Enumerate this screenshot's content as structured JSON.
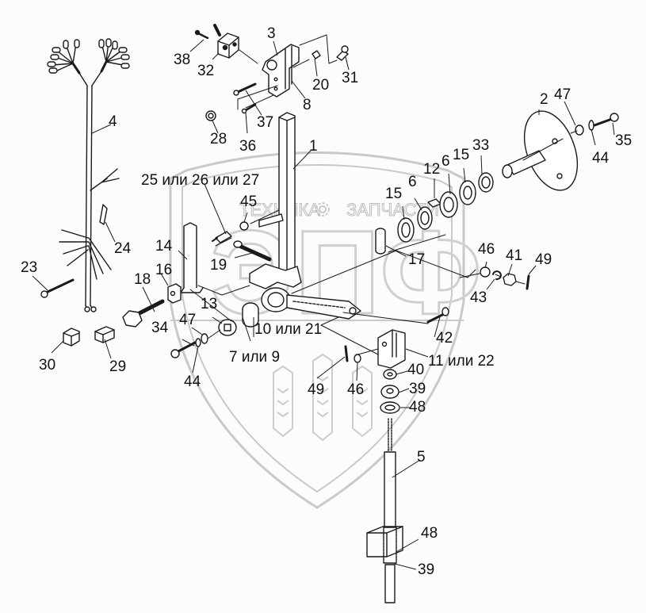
{
  "diagram": {
    "type": "exploded-parts-view",
    "watermark": {
      "left_word": "ТЕХНИКА",
      "right_word": "ЗАПЧАСТИ",
      "big_letters": "ЭПФ",
      "gear_icon": "gear-icon",
      "color": "#c8c8c8"
    },
    "line_color": "#1a1a1a",
    "label_color": "#111111",
    "callouts": [
      {
        "id": "c38",
        "text": "38"
      },
      {
        "id": "c32",
        "text": "32"
      },
      {
        "id": "c3",
        "text": "3"
      },
      {
        "id": "c20",
        "text": "20"
      },
      {
        "id": "c31",
        "text": "31"
      },
      {
        "id": "c8",
        "text": "8"
      },
      {
        "id": "c37",
        "text": "37"
      },
      {
        "id": "c28",
        "text": "28"
      },
      {
        "id": "c36",
        "text": "36"
      },
      {
        "id": "c4",
        "text": "4"
      },
      {
        "id": "c1",
        "text": "1"
      },
      {
        "id": "c2",
        "text": "2"
      },
      {
        "id": "c47a",
        "text": "47"
      },
      {
        "id": "c35",
        "text": "35"
      },
      {
        "id": "c44a",
        "text": "44"
      },
      {
        "id": "c33",
        "text": "33"
      },
      {
        "id": "c15a",
        "text": "15"
      },
      {
        "id": "c6a",
        "text": "6"
      },
      {
        "id": "c12",
        "text": "12"
      },
      {
        "id": "c6b",
        "text": "6"
      },
      {
        "id": "c15b",
        "text": "15"
      },
      {
        "id": "c25",
        "text": "25 или 26 или 27"
      },
      {
        "id": "c45",
        "text": "45"
      },
      {
        "id": "c24",
        "text": "24"
      },
      {
        "id": "c14",
        "text": "14"
      },
      {
        "id": "c19",
        "text": "19"
      },
      {
        "id": "c17",
        "text": "17"
      },
      {
        "id": "c46a",
        "text": "46"
      },
      {
        "id": "c41",
        "text": "41"
      },
      {
        "id": "c49a",
        "text": "49"
      },
      {
        "id": "c43",
        "text": "43"
      },
      {
        "id": "c23",
        "text": "23"
      },
      {
        "id": "c16",
        "text": "16"
      },
      {
        "id": "c18",
        "text": "18"
      },
      {
        "id": "c13",
        "text": "13"
      },
      {
        "id": "c10",
        "text": "10 или 21"
      },
      {
        "id": "c42",
        "text": "42"
      },
      {
        "id": "c34",
        "text": "34"
      },
      {
        "id": "c47b",
        "text": "47"
      },
      {
        "id": "c7",
        "text": "7 или 9"
      },
      {
        "id": "c11",
        "text": "11 или 22"
      },
      {
        "id": "c44b",
        "text": "44"
      },
      {
        "id": "c30",
        "text": "30"
      },
      {
        "id": "c29",
        "text": "29"
      },
      {
        "id": "c49b",
        "text": "49"
      },
      {
        "id": "c46b",
        "text": "46"
      },
      {
        "id": "c40",
        "text": "40"
      },
      {
        "id": "c39a",
        "text": "39"
      },
      {
        "id": "c48a",
        "text": "48"
      },
      {
        "id": "c5",
        "text": "5"
      },
      {
        "id": "c48b",
        "text": "48"
      },
      {
        "id": "c39b",
        "text": "39"
      }
    ]
  }
}
